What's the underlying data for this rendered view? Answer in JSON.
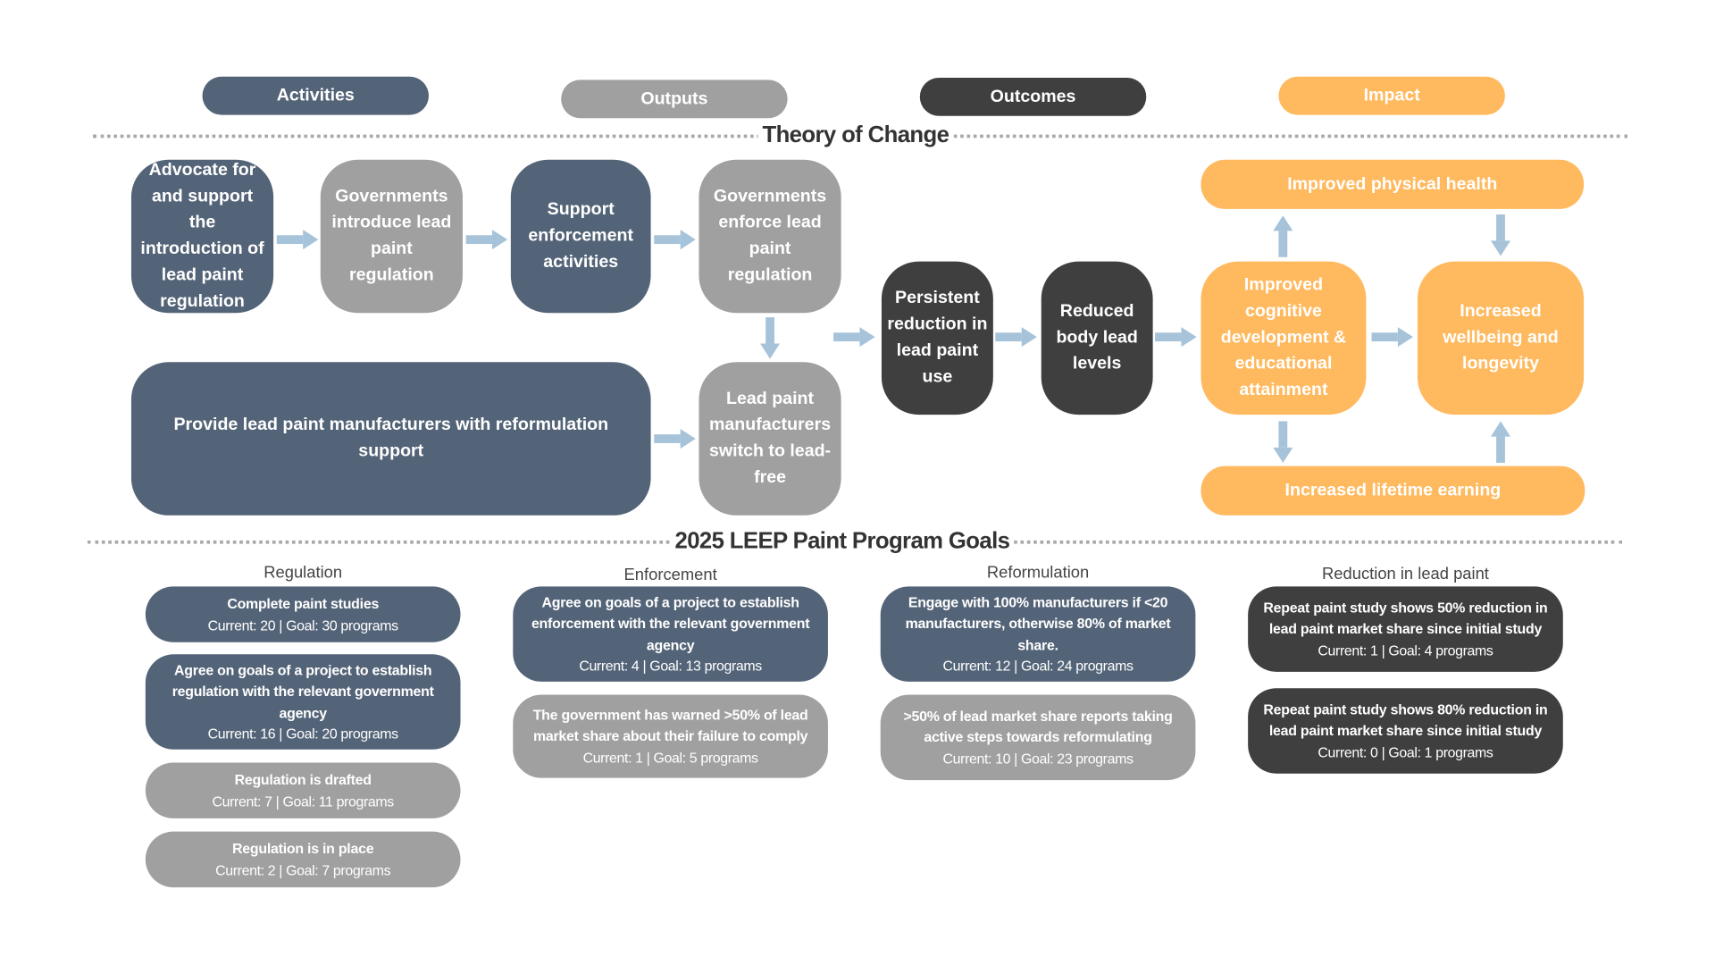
{
  "legend": {
    "activities": "Activities",
    "outputs": "Outputs",
    "outcomes": "Outcomes",
    "impact": "Impact"
  },
  "colors": {
    "activities": "#546478",
    "outputs": "#a0a0a0",
    "outcomes": "#3f3f3f",
    "impact": "#ffb95e",
    "arrow": "#a6c3da",
    "divider": "#a8a8a8"
  },
  "theory": {
    "title": "Theory of Change",
    "nodes": {
      "advocate": "Advocate for and support the introduction of lead paint regulation",
      "gov_introduce": "Governments introduce lead paint regulation",
      "support_enforcement": "Support enforcement activities",
      "gov_enforce": "Governments enforce lead paint regulation",
      "reformulation_support": "Provide lead paint manufacturers with reformulation support",
      "manufacturers_switch": "Lead paint manufacturers switch to lead-free",
      "persistent_reduction": "Persistent reduction in lead paint use",
      "reduced_levels": "Reduced body lead levels",
      "cognitive": "Improved cognitive development & educational attainment",
      "physical_health": "Improved physical health",
      "wellbeing": "Increased wellbeing and longevity",
      "lifetime_earning": "Increased lifetime earning"
    }
  },
  "goals": {
    "title": "2025 LEEP Paint Program Goals",
    "columns": [
      {
        "heading": "Regulation",
        "cards": [
          {
            "title": "Complete paint studies",
            "progress": "Current: 20 | Goal: 30 programs",
            "tone": "slate"
          },
          {
            "title": "Agree on goals of a project to establish regulation with the relevant government agency",
            "progress": "Current: 16 | Goal: 20 programs",
            "tone": "slate"
          },
          {
            "title": "Regulation is drafted",
            "progress": "Current: 7 | Goal: 11 programs",
            "tone": "grey"
          },
          {
            "title": "Regulation is in place",
            "progress": "Current: 2 | Goal: 7 programs",
            "tone": "grey"
          }
        ]
      },
      {
        "heading": "Enforcement",
        "cards": [
          {
            "title": "Agree on goals of a project to establish enforcement with the relevant government agency",
            "progress": "Current: 4 | Goal: 13 programs",
            "tone": "slate"
          },
          {
            "title": "The government has warned >50% of lead market share about their failure to comply",
            "progress": "Current: 1 | Goal: 5 programs",
            "tone": "grey"
          }
        ]
      },
      {
        "heading": "Reformulation",
        "cards": [
          {
            "title": "Engage with 100% manufacturers if <20 manufacturers, otherwise 80% of market share.",
            "progress": "Current: 12 | Goal: 24 programs",
            "tone": "slate"
          },
          {
            "title": ">50% of lead market share reports taking active steps towards reformulating",
            "progress": "Current: 10 | Goal: 23 programs",
            "tone": "grey"
          }
        ]
      },
      {
        "heading": "Reduction in lead paint",
        "cards": [
          {
            "title": "Repeat paint study shows 50% reduction in lead paint market share since initial study",
            "progress": "Current: 1 | Goal: 4 programs",
            "tone": "dark"
          },
          {
            "title": "Repeat paint study shows 80% reduction in lead paint market share since initial study",
            "progress": "Current: 0 | Goal: 1 programs",
            "tone": "dark"
          }
        ]
      }
    ]
  }
}
